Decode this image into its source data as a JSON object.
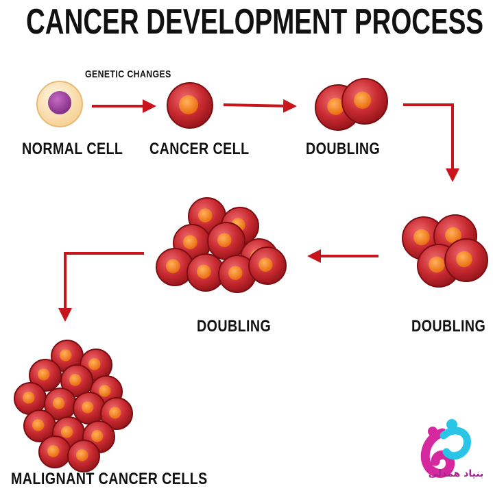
{
  "title": "CANCER DEVELOPMENT PROCESS",
  "annotation": "GENETIC CHANGES",
  "steps": {
    "normal": "NORMAL CELL",
    "cancer": "CANCER CELL",
    "doubling_1": "DOUBLING",
    "doubling_2": "DOUBLING",
    "doubling_3": "DOUBLING",
    "malignant": "MALIGNANT CANCER CELLS"
  },
  "logo": {
    "text": "بنیاد همدلی"
  },
  "colors": {
    "arrow": "#c8141b",
    "cell_fill": "#c72a30",
    "cell_dark": "#8f1217",
    "cell_light": "#ef6b6e",
    "nucleus": "#f3841e",
    "normal_membrane": "#fce3b6",
    "normal_nucleus": "#a03c9e",
    "logo_pink": "#d6289e",
    "logo_cyan": "#29c4e6"
  }
}
